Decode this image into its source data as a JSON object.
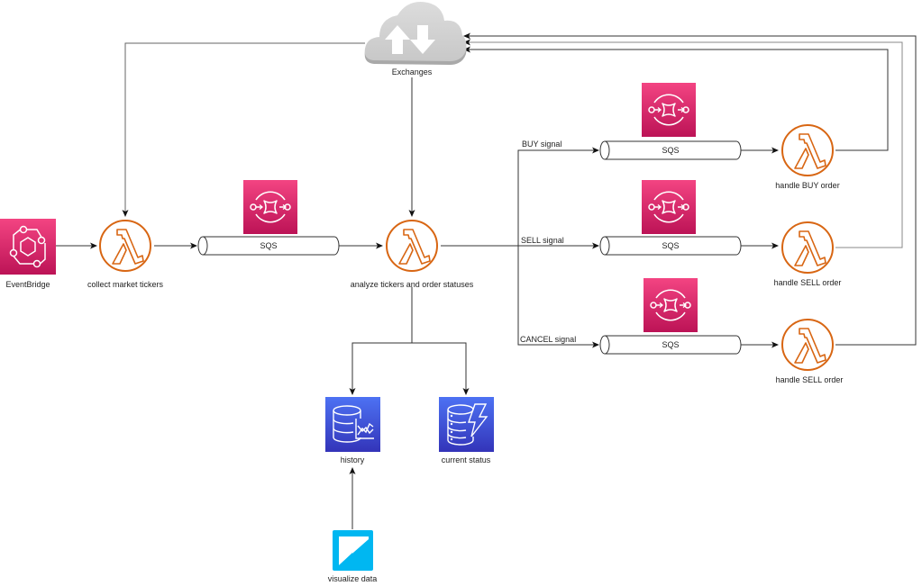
{
  "diagram": {
    "nodes": {
      "eventbridge": {
        "label": "EventBridge",
        "type": "eventbridge",
        "icon": "eventbridge-icon"
      },
      "collector": {
        "label": "collect market tickers",
        "type": "lambda",
        "icon": "lambda-icon"
      },
      "sqs_main": {
        "label": "SQS",
        "type": "sqs",
        "icon": "sqs-icon"
      },
      "analyzer": {
        "label": "analyze tickers and order statuses",
        "type": "lambda",
        "icon": "lambda-icon"
      },
      "exchanges": {
        "label": "Exchanges",
        "type": "cloud",
        "icon": "cloud-exchange-icon"
      },
      "sqs_buy": {
        "label": "SQS",
        "type": "sqs",
        "icon": "sqs-icon"
      },
      "sqs_sell": {
        "label": "SQS",
        "type": "sqs",
        "icon": "sqs-icon"
      },
      "sqs_cancel": {
        "label": "SQS",
        "type": "sqs",
        "icon": "sqs-icon"
      },
      "handle_buy": {
        "label": "handle BUY order",
        "type": "lambda",
        "icon": "lambda-icon"
      },
      "handle_sell": {
        "label": "handle SELL order",
        "type": "lambda",
        "icon": "lambda-icon"
      },
      "handle_cancel": {
        "label": "handle SELL order",
        "type": "lambda",
        "icon": "lambda-icon"
      },
      "history": {
        "label": "history",
        "type": "timestream",
        "icon": "timestream-database-icon"
      },
      "current_status": {
        "label": "current status",
        "type": "dynamodb",
        "icon": "dynamodb-icon"
      },
      "visualize": {
        "label": "visualize data",
        "type": "quicksight",
        "icon": "quicksight-icon"
      }
    },
    "edge_labels": {
      "buy": "BUY signal",
      "sell": "SELL signal",
      "cancel": "CANCEL signal"
    },
    "edges": [
      {
        "from": "eventbridge",
        "to": "collector"
      },
      {
        "from": "collector",
        "to": "sqs_main"
      },
      {
        "from": "sqs_main",
        "to": "analyzer"
      },
      {
        "from": "exchanges",
        "to": "collector"
      },
      {
        "from": "exchanges",
        "to": "analyzer"
      },
      {
        "from": "analyzer",
        "to": "sqs_buy",
        "label": "BUY signal"
      },
      {
        "from": "analyzer",
        "to": "sqs_sell",
        "label": "SELL signal"
      },
      {
        "from": "analyzer",
        "to": "sqs_cancel",
        "label": "CANCEL signal"
      },
      {
        "from": "sqs_buy",
        "to": "handle_buy"
      },
      {
        "from": "sqs_sell",
        "to": "handle_sell"
      },
      {
        "from": "sqs_cancel",
        "to": "handle_cancel"
      },
      {
        "from": "handle_buy",
        "to": "exchanges"
      },
      {
        "from": "handle_sell",
        "to": "exchanges"
      },
      {
        "from": "handle_cancel",
        "to": "exchanges"
      },
      {
        "from": "analyzer",
        "to": "history"
      },
      {
        "from": "analyzer",
        "to": "current_status"
      },
      {
        "from": "visualize",
        "to": "history"
      }
    ],
    "colors": {
      "lambda": "#d86613",
      "sqs_top": "#f34482",
      "sqs_bottom": "#bc1356",
      "eventbridge_top": "#f34482",
      "eventbridge_bottom": "#bc1356",
      "database_top": "#4d72f3",
      "database_bottom": "#3334b9",
      "quicksight": "#00b7f1",
      "cloud": "#d2d2d2",
      "line": "#333333"
    }
  }
}
